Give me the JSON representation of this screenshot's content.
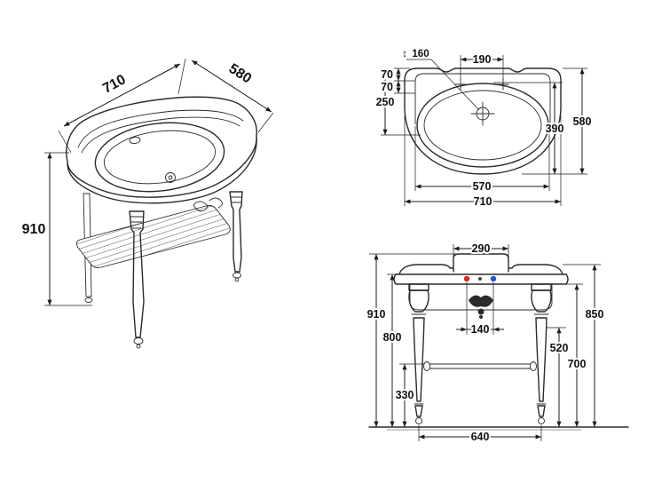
{
  "drawing": {
    "perspective": {
      "width": "710",
      "depth": "580",
      "height": "910"
    },
    "plan": {
      "tap_symbol": "↕",
      "tap_offset": "160",
      "hole_spacing": "190",
      "edge_a": "70",
      "edge_b": "70",
      "back_zone": "250",
      "overall_depth": "580",
      "bowl_length": "390",
      "inner_width": "570",
      "overall_width": "710"
    },
    "front": {
      "splash_width": "290",
      "overall_height": "910",
      "deck_height": "800",
      "rail_height": "330",
      "tap_span": "140",
      "leg_turn_height": "520",
      "clearance_height": "700",
      "rim_height": "850",
      "leg_spacing": "640"
    },
    "colors": {
      "line": "#2b2b2b",
      "dim": "#1c1c1c",
      "accent_blue": "#0b87c9",
      "hot": "#d42a1e",
      "cold": "#2a52c9"
    }
  }
}
